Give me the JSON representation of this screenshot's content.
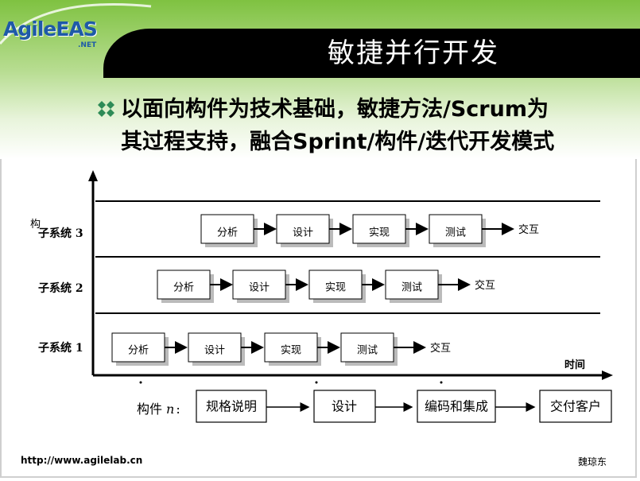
{
  "header": {
    "logo_text": "AgileEAS",
    "logo_suffix": ".NET",
    "title": "敏捷并行开发"
  },
  "bullet": {
    "line1": "以面向构件为技术基础，敏捷方法/Scrum为",
    "line2": "其过程支持，融合Sprint/构件/迭代开发模式"
  },
  "diagram": {
    "axis_label_time": "时间",
    "stray_char": "构",
    "subsystems": [
      {
        "label": "子系统 3",
        "steps": [
          "分析",
          "设计",
          "实现",
          "测试"
        ],
        "end": "交互"
      },
      {
        "label": "子系统 2",
        "steps": [
          "分析",
          "设计",
          "实现",
          "测试"
        ],
        "end": "交互"
      },
      {
        "label": "子系统 1",
        "steps": [
          "分析",
          "设计",
          "实现",
          "测试"
        ],
        "end": "交互"
      }
    ],
    "component_label": "构件",
    "component_var": "n",
    "component_steps": [
      "规格说明",
      "设计",
      "编码和集成",
      "交付客户"
    ]
  },
  "footer": {
    "url": "http://www.agilelab.cn",
    "author": "魏琼东"
  },
  "colors": {
    "green": "#7fc241",
    "logo_blue": "#1e5aa8",
    "bullet_green": "#2e8b57"
  }
}
